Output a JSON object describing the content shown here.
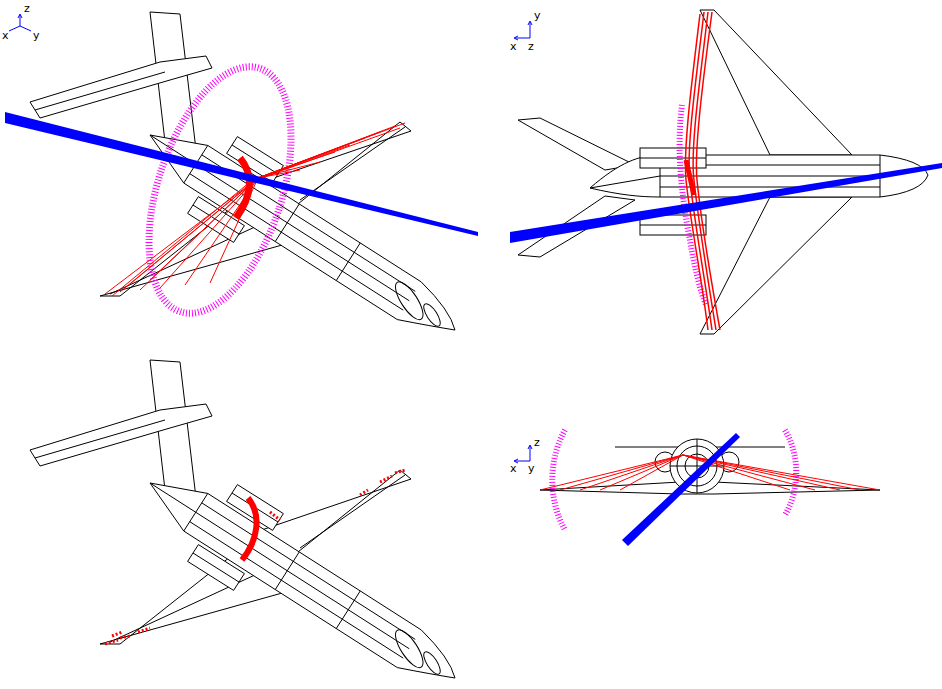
{
  "diagram": {
    "labels": [
      "z",
      "x",
      "y",
      "y",
      "x",
      "z",
      "z",
      "x",
      "y"
    ]
  }
}
